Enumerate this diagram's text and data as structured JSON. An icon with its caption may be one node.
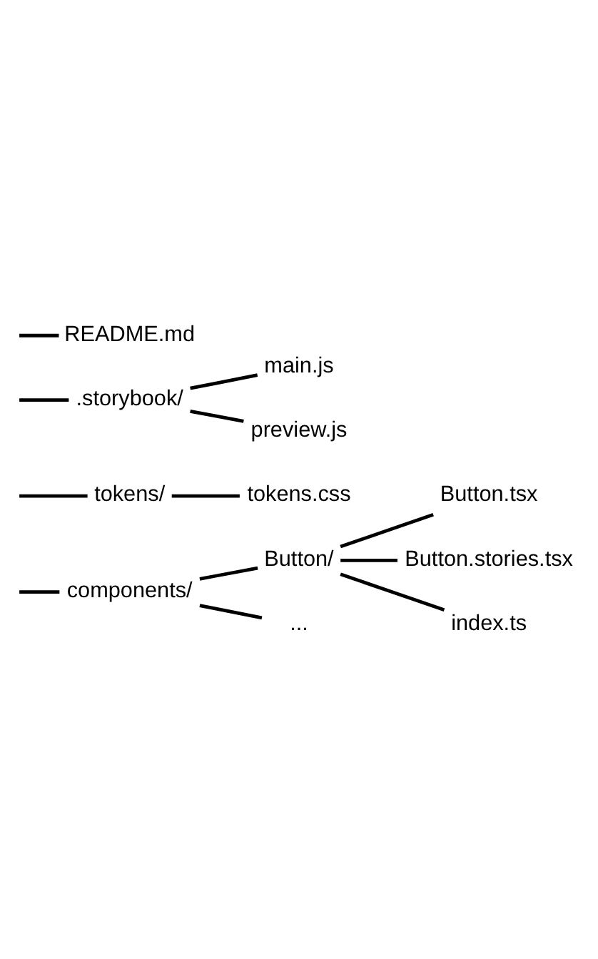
{
  "diagram": {
    "nodes": [
      {
        "text": [
          "components/"
        ]
      },
      {
        "text": [
          "Button/"
        ]
      },
      {
        "text": [
          "Button.tsx"
        ]
      },
      {
        "text": [
          "Button.stories.tsx"
        ]
      },
      {
        "text": [
          "index.ts"
        ]
      },
      {
        "text": [
          "..."
        ]
      },
      {
        "text": [
          "tokens/"
        ]
      },
      {
        "text": [
          "tokens.css"
        ]
      },
      {
        "text": [
          ".storybook/"
        ]
      },
      {
        "text": [
          "main.js"
        ]
      },
      {
        "text": [
          "preview.js"
        ]
      },
      {
        "text": [
          "README.md"
        ]
      }
    ],
    "edges": [
      {
        "from": null,
        "to": 0,
        "arrow": "none"
      },
      {
        "from": 0,
        "to": 1,
        "arrow": "none"
      },
      {
        "from": 1,
        "to": 2,
        "arrow": "none"
      },
      {
        "from": 1,
        "to": 3,
        "arrow": "none"
      },
      {
        "from": 1,
        "to": 4,
        "arrow": "none"
      },
      {
        "from": 0,
        "to": 5,
        "arrow": "none"
      },
      {
        "from": null,
        "to": 6,
        "arrow": "none"
      },
      {
        "from": 6,
        "to": 7,
        "arrow": "none"
      },
      {
        "from": null,
        "to": 8,
        "arrow": "none"
      },
      {
        "from": 8,
        "to": 9,
        "arrow": "none"
      },
      {
        "from": 8,
        "to": 10,
        "arrow": "none"
      },
      {
        "from": null,
        "to": 11,
        "arrow": "none"
      }
    ]
  }
}
